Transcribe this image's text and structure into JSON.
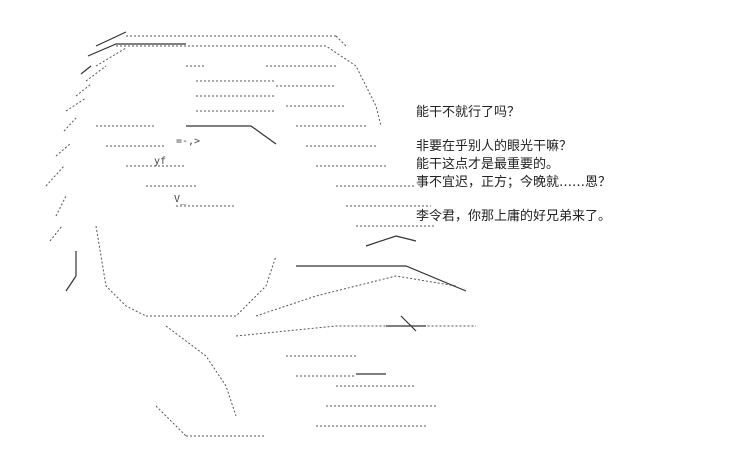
{
  "lines": [
    "能干不就行了吗？",
    "",
    "非要在乎别人的眼光干嘛？",
    "能干这点才是最重要的。",
    "事不宜迟，正方；今晚就……恩？",
    "",
    "李令君，你那上庸的好兄弟来了。"
  ]
}
